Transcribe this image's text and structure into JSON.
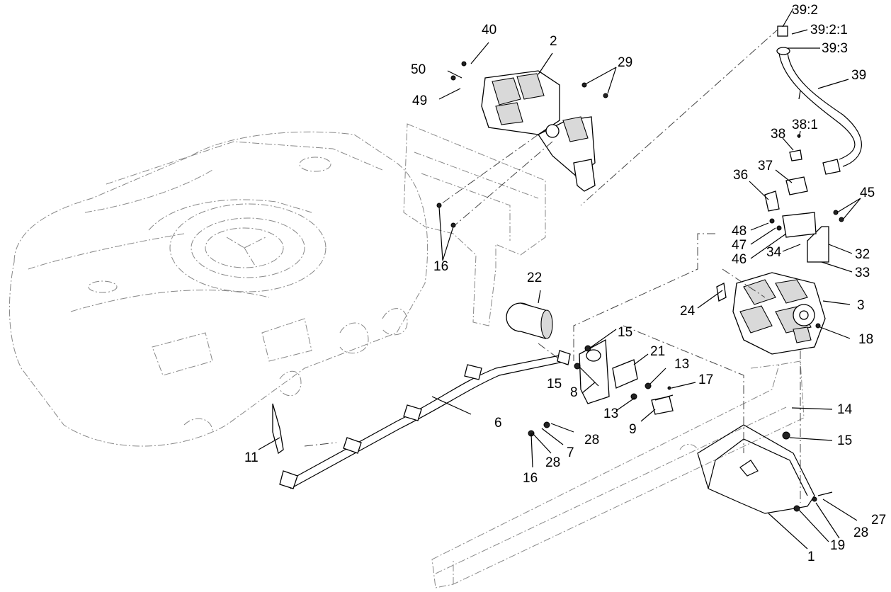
{
  "callouts": {
    "c1": "1",
    "c2": "2",
    "c3": "3",
    "c6": "6",
    "c7": "7",
    "c8": "8",
    "c9": "9",
    "c11": "11",
    "c13a": "13",
    "c13b": "13",
    "c14": "14",
    "c15a": "15",
    "c15b": "15",
    "c15c": "15",
    "c16a": "16",
    "c16b": "16",
    "c17": "17",
    "c18": "18",
    "c19": "19",
    "c21": "21",
    "c22": "22",
    "c24": "24",
    "c27": "27",
    "c28a": "28",
    "c28b": "28",
    "c28c": "28",
    "c29": "29",
    "c32": "32",
    "c33": "33",
    "c34": "34",
    "c36": "36",
    "c37": "37",
    "c38": "38",
    "c38_1": "38:1",
    "c39": "39",
    "c39_2": "39:2",
    "c39_2_1": "39:2:1",
    "c39_3": "39:3",
    "c40": "40",
    "c45": "45",
    "c46": "46",
    "c47": "47",
    "c48": "48",
    "c49": "49",
    "c50": "50"
  }
}
